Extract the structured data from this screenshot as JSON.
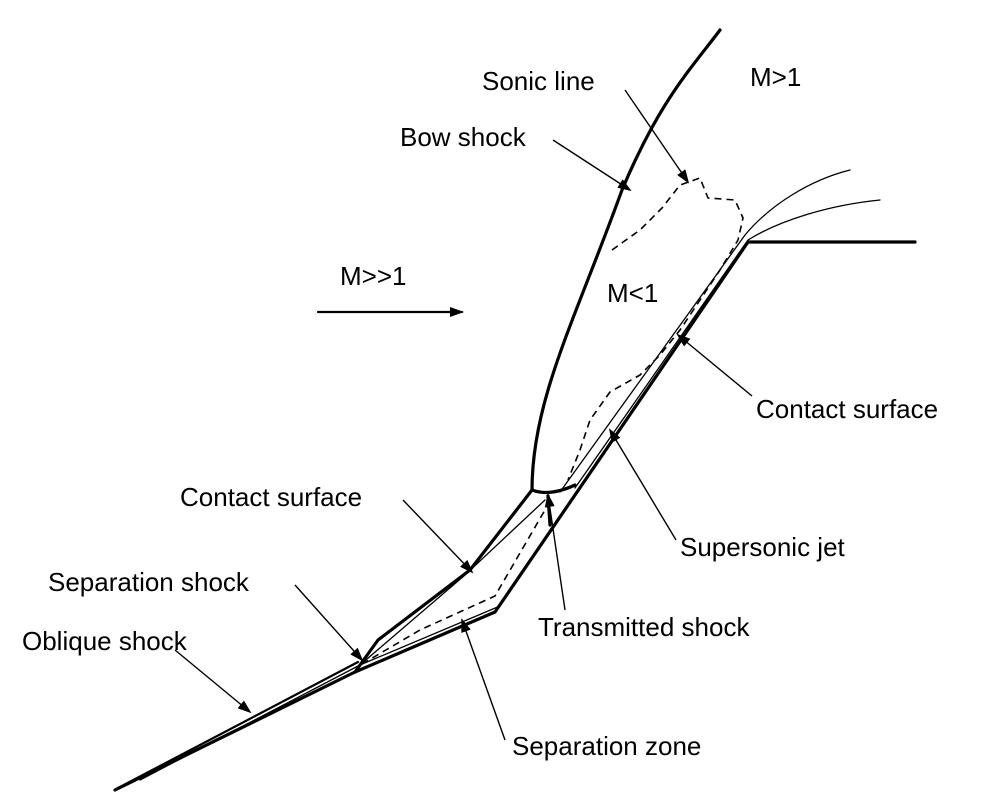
{
  "labels": {
    "mach_upper": "M>1",
    "sonic_line": "Sonic line",
    "bow_shock": "Bow shock",
    "freestream_mach": "M>>1",
    "subsonic_mach": "M<1",
    "contact_surface_right": "Contact surface",
    "contact_surface_left": "Contact surface",
    "supersonic_jet": "Supersonic jet",
    "separation_shock": "Separation shock",
    "transmitted_shock": "Transmitted shock",
    "oblique_shock": "Oblique shock",
    "separation_zone": "Separation zone"
  }
}
